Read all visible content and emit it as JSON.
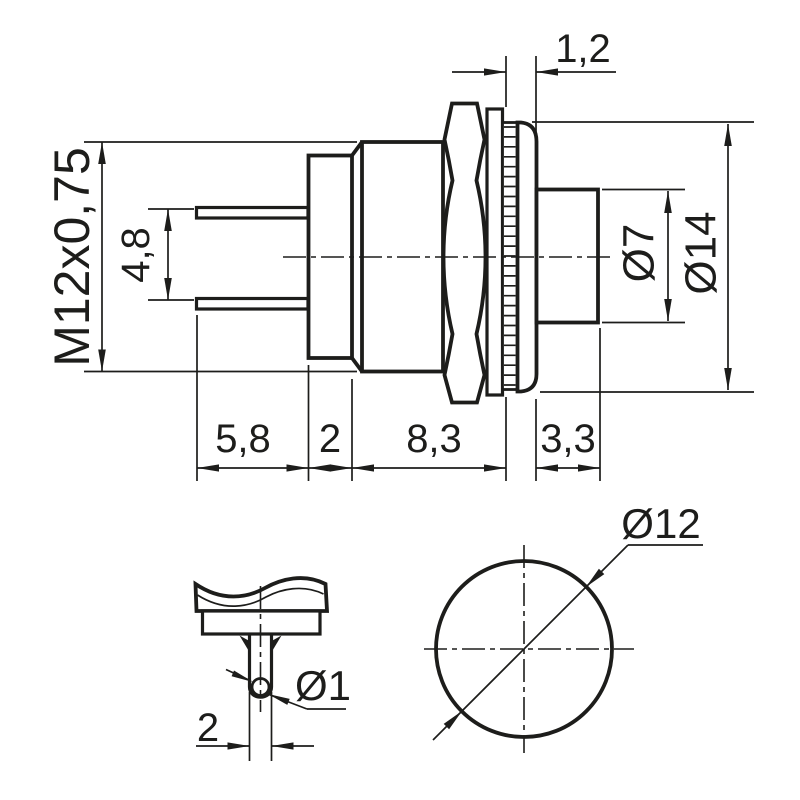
{
  "drawing": {
    "background": "#ffffff",
    "line_color": "#1d1d1b",
    "description": "Technical dimension drawing of a panel-mount push button switch: side view, actuator pin detail view and mounting hole view",
    "views": {
      "side_view": {
        "dims": {
          "thread": "M12x0,75",
          "pin_spacing": "4,8",
          "bezel_offset": "1,2",
          "button_dia": "Ø7",
          "bezel_dia": "Ø14",
          "pin_length": "5,8",
          "base_width": "2",
          "body_length": "8,3",
          "button_proj": "3,3"
        }
      },
      "actuator_view": {
        "dims": {
          "hole_dia": "Ø1",
          "pin_width": "2"
        }
      },
      "hole_view": {
        "dims": {
          "mount_hole_dia": "Ø12"
        }
      }
    }
  }
}
